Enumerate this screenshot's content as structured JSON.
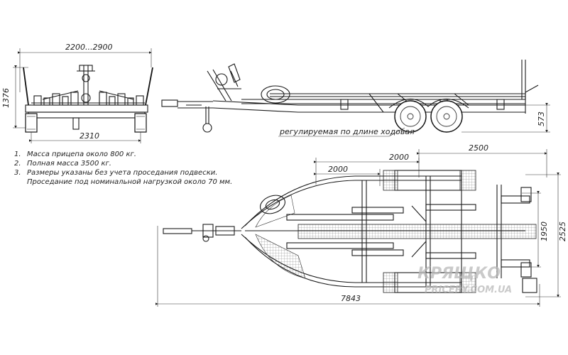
{
  "dimensions": {
    "front_width": "2200...2900",
    "front_height": "1376",
    "front_axle_width": "2310",
    "side_height": "573",
    "side_note": "регулируемая по длине ходовая",
    "top_2000_upper": "2000",
    "top_2500": "2500",
    "top_2000_lower": "2000",
    "top_1950": "1950",
    "top_2525": "2525",
    "top_total_length": "7843"
  },
  "notes": [
    {
      "num": "1.",
      "text": "Масса прицепа около 800 кг."
    },
    {
      "num": "2.",
      "text": "Полная масса 3500 кг."
    },
    {
      "num": "3.",
      "text": "Размеры указаны без учета проседания подвески."
    },
    {
      "num": "",
      "text": "Проседание под номинальной нагрузкой около 70 мм."
    }
  ],
  "watermark": {
    "logo": "КРЯЩКО",
    "url": "PRICEPY.COM.UA"
  }
}
